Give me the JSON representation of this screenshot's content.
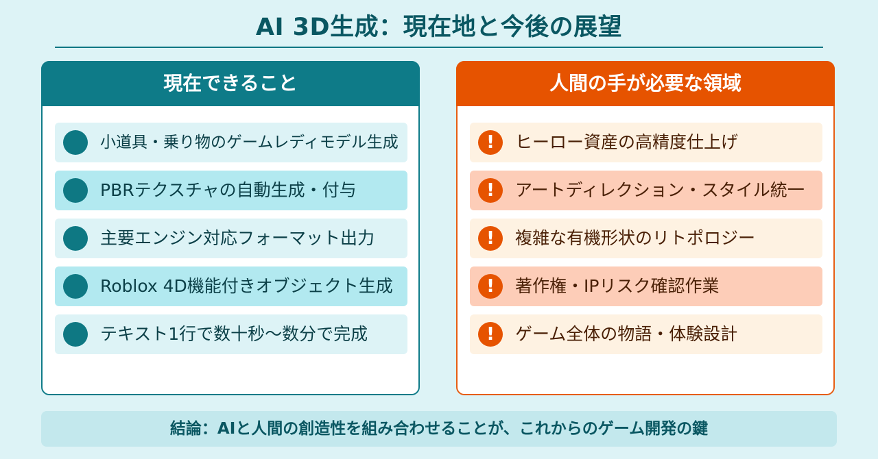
{
  "title": "AI 3D生成：現在地と今後の展望",
  "left_panel": {
    "header": "現在できること",
    "items": [
      {
        "text": "小道具・乗り物のゲームレディモデル生成"
      },
      {
        "text": "PBRテクスチャの自動生成・付与"
      },
      {
        "text": "主要エンジン対応フォーマット出力"
      },
      {
        "text": "Roblox 4D機能付きオブジェクト生成"
      },
      {
        "text": "テキスト1行で数十秒〜数分で完成"
      }
    ]
  },
  "right_panel": {
    "header": "人間の手が必要な領域",
    "icon_glyph": "!",
    "items": [
      {
        "text": "ヒーロー資産の高精度仕上げ"
      },
      {
        "text": "アートディレクション・スタイル統一"
      },
      {
        "text": "複雑な有機形状のリトポロジー"
      },
      {
        "text": "著作権・IPリスク確認作業"
      },
      {
        "text": "ゲーム全体の物語・体験設計"
      }
    ]
  },
  "conclusion": "結論：AIと人間の創造性を組み合わせることが、これからのゲーム開発の鍵",
  "colors": {
    "background": "#ddf3f6",
    "teal": "#0e7b88",
    "orange": "#e65300"
  },
  "icons": {
    "left_bullet": "filled-circle-icon",
    "right_bullet": "exclamation-icon"
  }
}
